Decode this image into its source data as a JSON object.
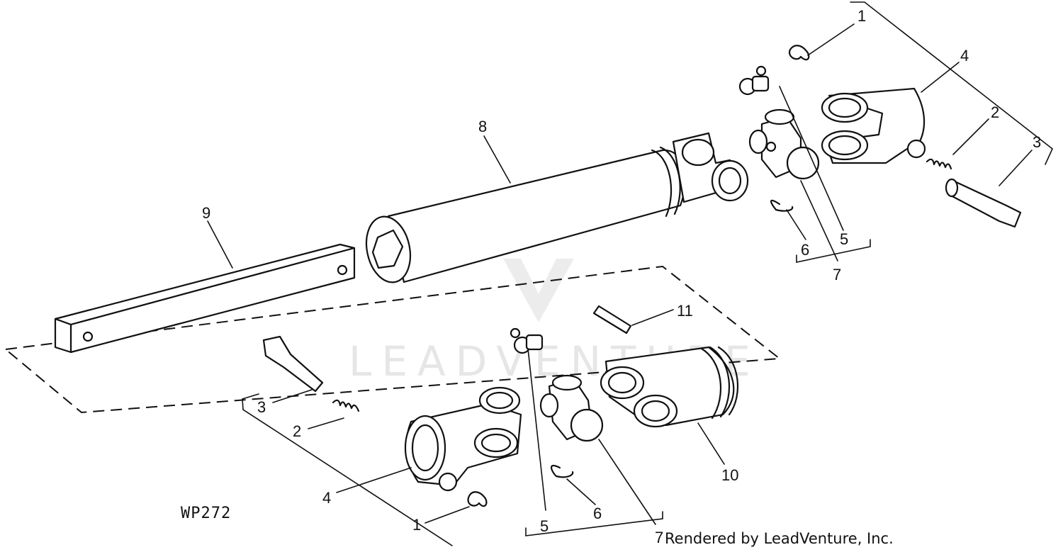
{
  "diagram": {
    "code": "WP272",
    "callouts": {
      "c1a": "1",
      "c1b": "1",
      "c2a": "2",
      "c2b": "2",
      "c3a": "3",
      "c3b": "3",
      "c4a": "4",
      "c4b": "4",
      "c5a": "5",
      "c5b": "5",
      "c6a": "6",
      "c6b": "6",
      "c7a": "7",
      "c7b": "7",
      "c8": "8",
      "c9": "9",
      "c10": "10",
      "c11": "11"
    },
    "watermark": "LEADVENTURE"
  },
  "footer": {
    "credit": "Rendered by LeadVenture, Inc."
  }
}
